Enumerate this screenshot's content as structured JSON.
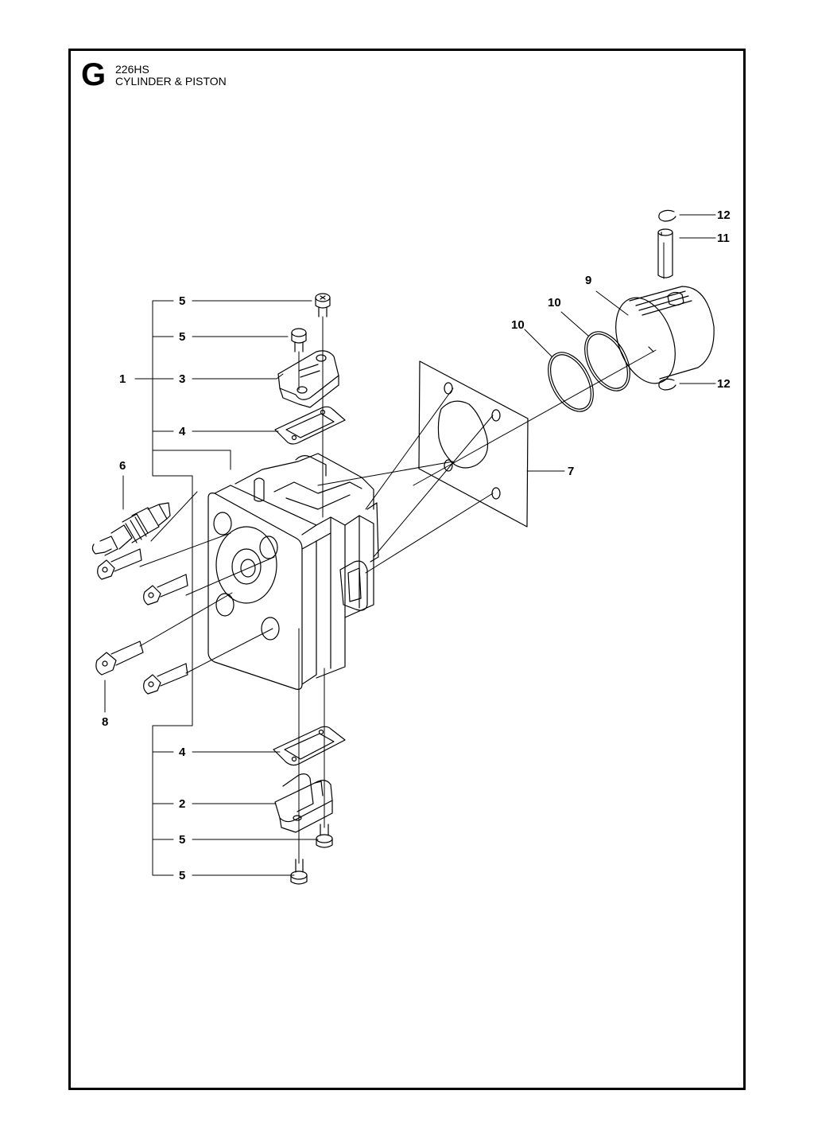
{
  "header": {
    "section_letter": "G",
    "model": "226HS",
    "title": "CYLINDER & PISTON"
  },
  "callouts": {
    "group_1": "1",
    "bottom_cover_2": "2",
    "top_cover_3": "3",
    "gasket_4_top": "4",
    "gasket_4_bottom": "4",
    "screw_5_a": "5",
    "screw_5_b": "5",
    "screw_5_c": "5",
    "screw_5_d": "5",
    "spark_plug_6": "6",
    "base_gasket_7": "7",
    "bolt_8": "8",
    "piston_9": "9",
    "ring_10_a": "10",
    "ring_10_b": "10",
    "piston_pin_11": "11",
    "circlip_12_top": "12",
    "circlip_12_bottom": "12"
  }
}
